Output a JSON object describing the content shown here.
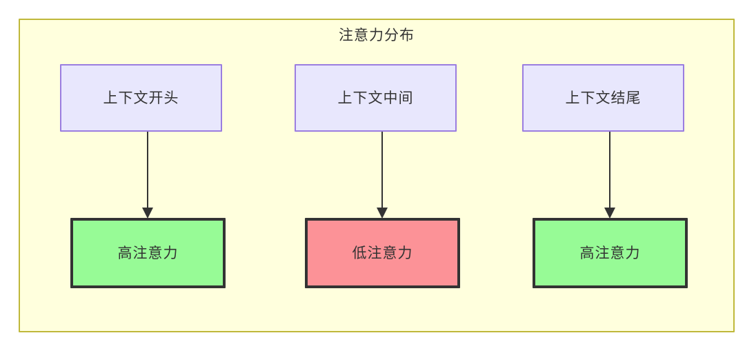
{
  "diagram": {
    "title": "注意力分布",
    "container_bg": "#ffffdd",
    "container_border": "#bfb83a",
    "nodes": {
      "context_start": {
        "label": "上下文开头",
        "fill": "#e8e7fd",
        "stroke": "#9a7de0"
      },
      "context_middle": {
        "label": "上下文中间",
        "fill": "#e8e7fd",
        "stroke": "#9a7de0"
      },
      "context_end": {
        "label": "上下文结尾",
        "fill": "#e8e7fd",
        "stroke": "#9a7de0"
      },
      "attention_start": {
        "label": "高注意力",
        "fill": "#97fb96",
        "stroke": "#333333"
      },
      "attention_middle": {
        "label": "低注意力",
        "fill": "#fc9297",
        "stroke": "#333333"
      },
      "attention_end": {
        "label": "高注意力",
        "fill": "#97fb96",
        "stroke": "#333333"
      }
    },
    "edges": [
      {
        "from": "context_start",
        "to": "attention_start"
      },
      {
        "from": "context_middle",
        "to": "attention_middle"
      },
      {
        "from": "context_end",
        "to": "attention_end"
      }
    ]
  }
}
